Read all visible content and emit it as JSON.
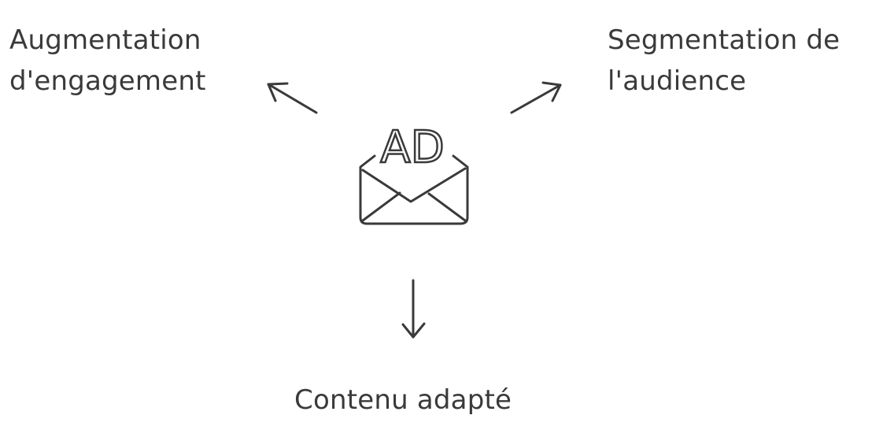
{
  "diagram": {
    "center_icon": {
      "name": "envelope-ad-icon",
      "text": "AD"
    },
    "nodes": {
      "left": {
        "lines": [
          "Augmentation",
          "d'engagement"
        ]
      },
      "right": {
        "lines": [
          "Segmentation de",
          "l'audience"
        ]
      },
      "bottom": {
        "lines": [
          "Contenu adapté"
        ]
      }
    },
    "colors": {
      "ink": "#3a3a3a",
      "background": "#ffffff"
    }
  }
}
